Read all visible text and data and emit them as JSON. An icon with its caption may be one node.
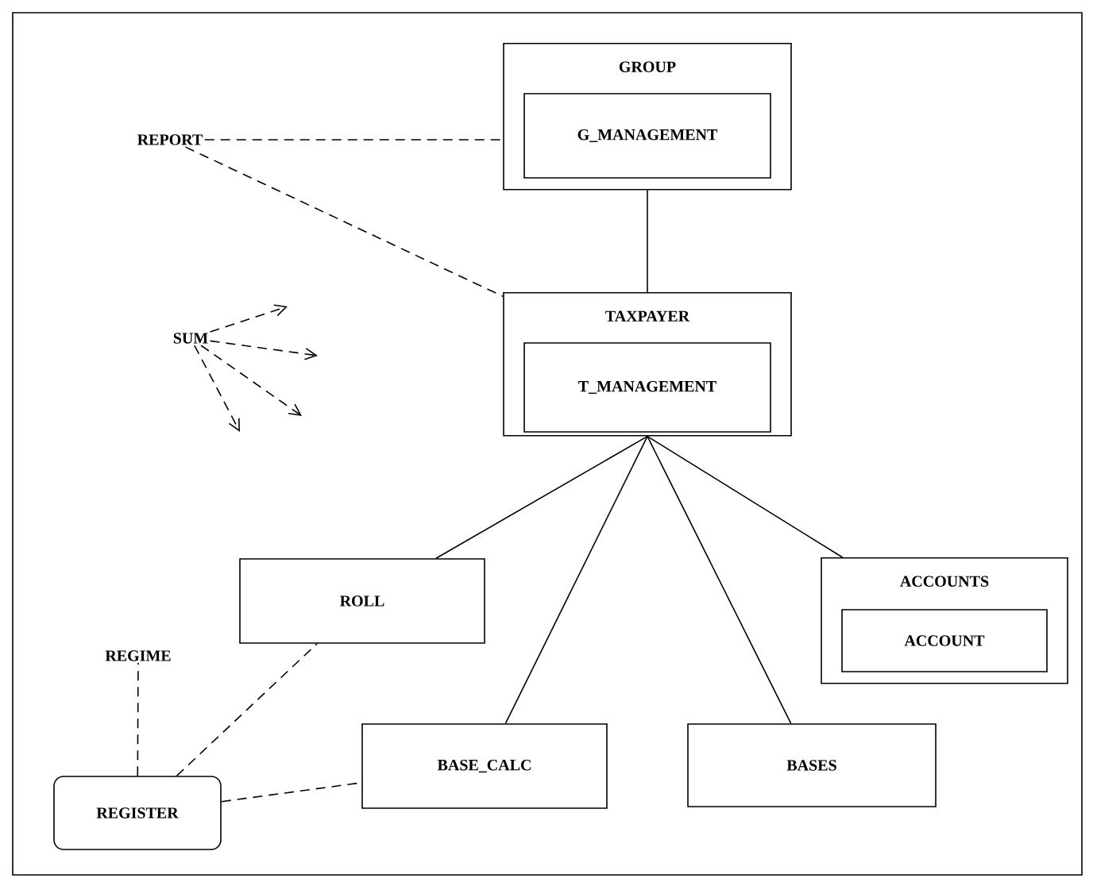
{
  "diagram": {
    "nodes": [
      {
        "text": [
          "GROUP"
        ]
      },
      {
        "text": [
          "G_MANAGEMENT"
        ],
        "in": 0
      },
      {
        "text": [
          "REPORT"
        ]
      },
      {
        "text": [
          "TAXPAYER"
        ]
      },
      {
        "text": [
          "T_MANAGEMENT"
        ],
        "in": 3
      },
      {
        "text": [
          "SUM"
        ]
      },
      {
        "text": [
          "ROLL"
        ]
      },
      {
        "text": [
          "ACCOUNTS"
        ]
      },
      {
        "text": [
          "ACCOUNT"
        ],
        "in": 7
      },
      {
        "text": [
          "REGIME"
        ]
      },
      {
        "text": [
          "BASE_CALC"
        ]
      },
      {
        "text": [
          "BASES"
        ]
      },
      {
        "text": [
          "REGISTER"
        ]
      }
    ],
    "edges": [
      {
        "from": 0,
        "to": 3,
        "arrow": "none"
      },
      {
        "from": 2,
        "to": 0,
        "arrow": "none",
        "style": "dashed"
      },
      {
        "from": 2,
        "to": 3,
        "arrow": "none",
        "style": "dashed"
      },
      {
        "from": 5,
        "to": null,
        "arrow": "to",
        "style": "dashed"
      },
      {
        "from": 5,
        "to": null,
        "arrow": "to",
        "style": "dashed"
      },
      {
        "from": 5,
        "to": null,
        "arrow": "to",
        "style": "dashed"
      },
      {
        "from": 5,
        "to": null,
        "arrow": "to",
        "style": "dashed"
      },
      {
        "from": 3,
        "to": 6,
        "arrow": "none"
      },
      {
        "from": 3,
        "to": 10,
        "arrow": "none"
      },
      {
        "from": 3,
        "to": 11,
        "arrow": "none"
      },
      {
        "from": 3,
        "to": 7,
        "arrow": "none"
      },
      {
        "from": 12,
        "to": 6,
        "arrow": "none",
        "style": "dashed"
      },
      {
        "from": 12,
        "to": 10,
        "arrow": "none",
        "style": "dashed"
      },
      {
        "from": 12,
        "to": 9,
        "arrow": "none",
        "style": "dashed"
      }
    ]
  }
}
